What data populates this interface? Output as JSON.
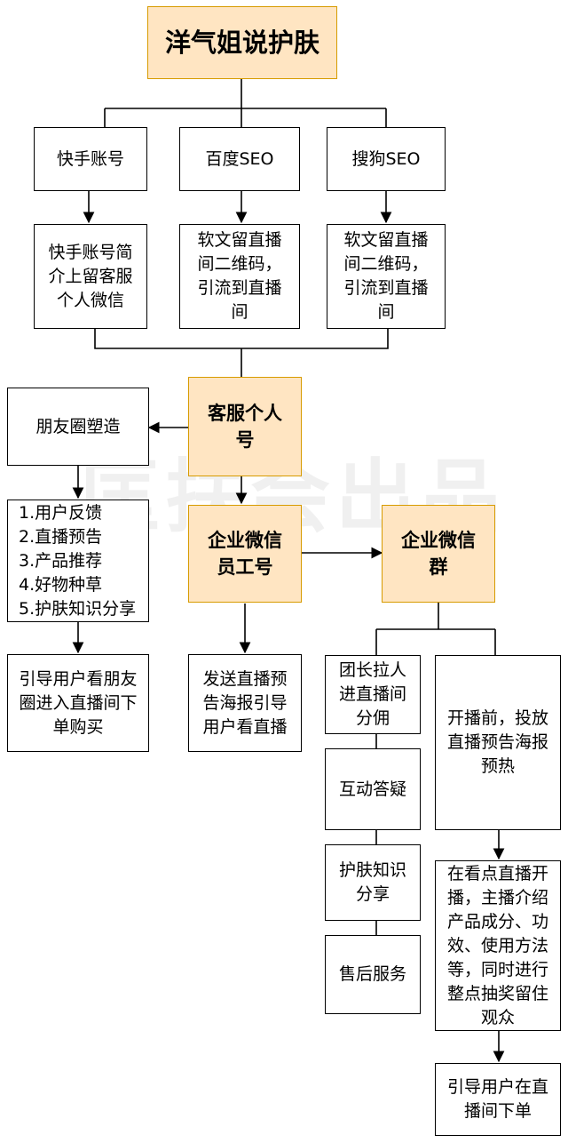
{
  "title": "洋气姐说护肤",
  "watermark": "匡扶会出品",
  "sources": {
    "kuaishou": "快手账号",
    "baidu": "百度SEO",
    "sogou": "搜狗SEO"
  },
  "source_actions": {
    "kuaishou": "快手账号简\n介上留客服\n个人微信",
    "baidu": "软文留直播\n间二维码，\n引流到直播\n间",
    "sogou": "软文留直播\n间二维码，\n引流到直播\n间"
  },
  "service_account": "客服个人\n号",
  "moments": {
    "label": "朋友圈塑造",
    "items": "1.用户反馈\n2.直播预告\n3.产品推荐\n4.好物种草\n5.护肤知识分享",
    "result": "引导用户看朋友\n圈进入直播间下\n单购买"
  },
  "employee_account": {
    "label": "企业微信\n员工号",
    "action": "发送直播预\n告海报引导\n用户看直播"
  },
  "group": {
    "label": "企业微信\n群",
    "left_items": [
      "团长拉人\n进直播间\n分佣",
      "互动答疑",
      "护肤知识\n分享",
      "售后服务"
    ],
    "right_steps": [
      "开播前，投放\n直播预告海报\n预热",
      "在看点直播开\n播，主播介绍\n产品成分、功\n效、使用方法\n等，同时进行\n整点抽奖留住\n观众",
      "引导用户在直\n播间下单"
    ]
  }
}
